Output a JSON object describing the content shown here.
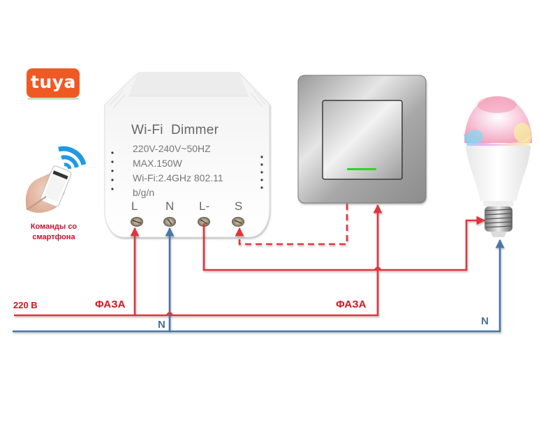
{
  "brand": {
    "logo_text": "tuya",
    "color": "#ef5a24"
  },
  "smartphone": {
    "caption_line1": "Команды со",
    "caption_line2": "смартфона"
  },
  "dimmer": {
    "title": "Wi-Fi  Dimmer",
    "specs": [
      "220V-240V~50HZ",
      "MAX.150W",
      "Wi-Fi:2.4GHz 802.11",
      "b/g/n"
    ],
    "terminals": [
      "L",
      "N",
      "L-",
      "S"
    ]
  },
  "labels": {
    "supply": "220 В",
    "phase_left": "ФАЗА",
    "phase_right": "ФАЗА",
    "neutral_left": "N",
    "neutral_right": "N"
  },
  "colors": {
    "phase": "#e0353c",
    "neutral": "#4a76a8",
    "switch_led": "#2fd12f"
  }
}
